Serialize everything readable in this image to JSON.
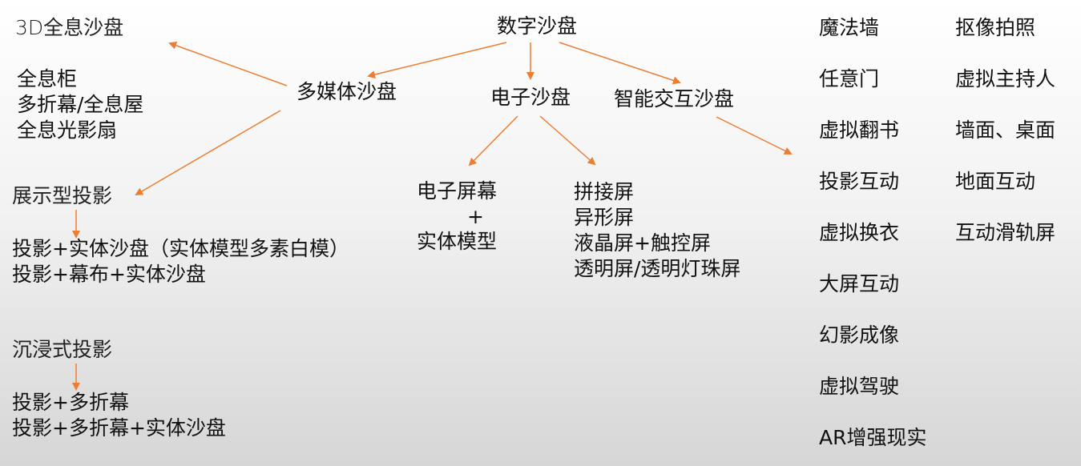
{
  "root": "数字沙盘",
  "branches": {
    "multimedia": "多媒体沙盘",
    "electronic": "电子沙盘",
    "interactive": "智能交互沙盘"
  },
  "hologram": {
    "title": "3D全息沙盘",
    "items": "全息柜\n多折幕/全息屋\n全息光影扇"
  },
  "display_projection": {
    "title": "展示型投影",
    "items": "投影+实体沙盘（实体模型多素白模）\n投影+幕布+实体沙盘"
  },
  "immersive_projection": {
    "title": "沉浸式投影",
    "items": "投影+多折幕\n投影+多折幕+实体沙盘"
  },
  "electronic_screen": {
    "line1": "电子屏幕",
    "plus": "+",
    "line2": "实体模型"
  },
  "screens": "拼接屏\n异形屏\n液晶屏+触控屏\n透明屏/透明灯珠屏",
  "interactive_col1": [
    "魔法墙",
    "任意门",
    "虚拟翻书",
    "投影互动",
    "虚拟换衣",
    "大屏互动",
    "幻影成像",
    "虚拟驾驶",
    "AR增强现实"
  ],
  "interactive_col2": [
    "抠像拍照",
    "虚拟主持人",
    "墙面、桌面",
    "地面互动",
    "互动滑轨屏"
  ],
  "colors": {
    "arrow": "#ED7D31",
    "text": "#111111"
  }
}
